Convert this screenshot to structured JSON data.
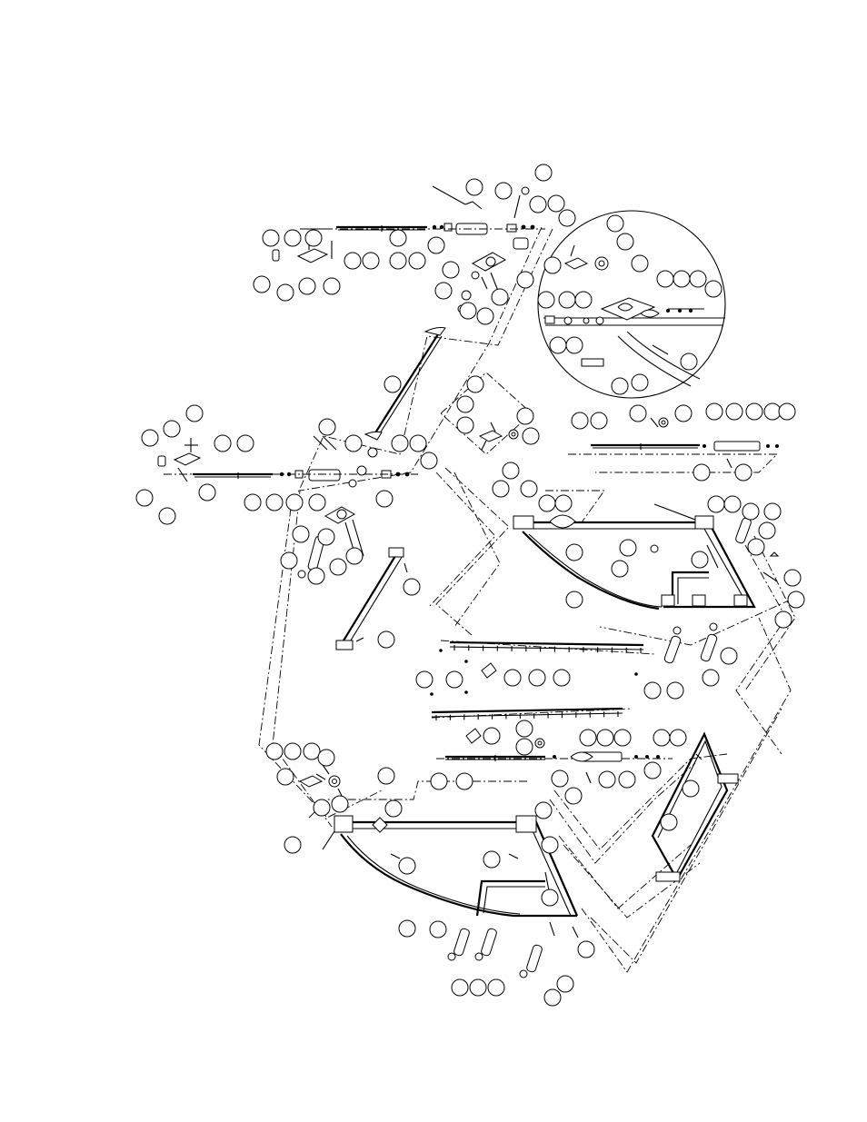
{
  "diagram": {
    "type": "exploded-parts-drawing",
    "line_color": "#000000",
    "background": "#ffffff",
    "callout_balloons": "blank",
    "detail_view": "circular-enlargement-top-right"
  }
}
